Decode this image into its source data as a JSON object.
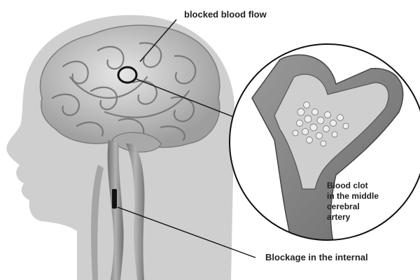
{
  "labels": {
    "blocked_flow": "blocked blood flow",
    "clot_lines": [
      "Blood clot",
      "in the middle",
      "cerebral",
      "artery"
    ],
    "blockage": "Blockage in the internal"
  },
  "colors": {
    "head": "#c8c8c8",
    "brain": "#b9b9b9",
    "vessel": "#8a8a8a",
    "clot": "#dcdcdc",
    "outline": "#111111"
  }
}
